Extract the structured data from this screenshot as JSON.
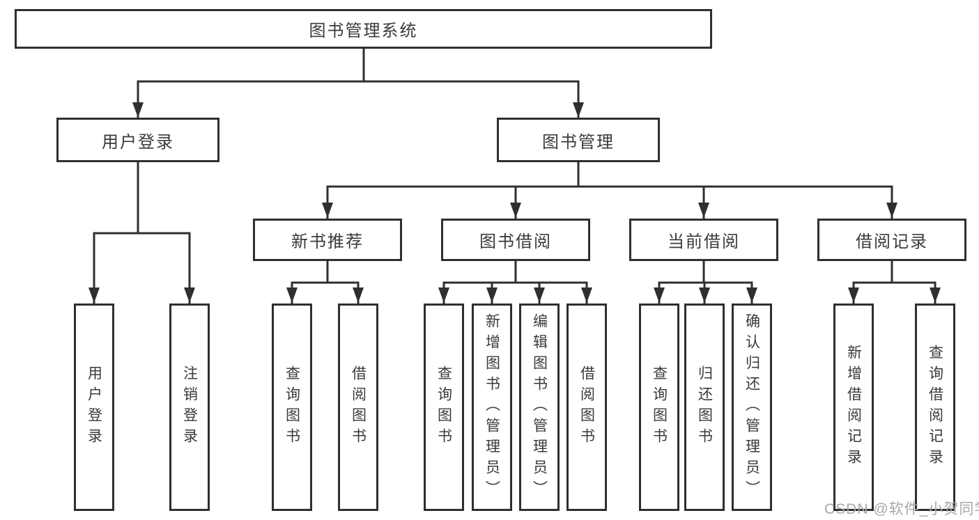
{
  "diagram": {
    "root": "图书管理系统",
    "level2": [
      "用户登录",
      "图书管理"
    ],
    "level3": [
      "新书推荐",
      "图书借阅",
      "当前借阅",
      "借阅记录"
    ],
    "leaves": {
      "user_login": [
        "用户登录",
        "注销登录"
      ],
      "new_books": [
        "查询图书",
        "借阅图书"
      ],
      "book_borrow": [
        "查询图书",
        "新增图书（管理员）",
        "编辑图书（管理员）",
        "借阅图书"
      ],
      "current_borrow": [
        "查询图书",
        "归还图书",
        "确认归还（管理员）"
      ],
      "borrow_records": [
        "新增借阅记录",
        "查询借阅记录"
      ]
    }
  },
  "watermark": "CSDN @软件_小贺同学",
  "colors": {
    "line": "#2f2f2f",
    "text": "#3a3a3a",
    "watermark": "#a8a8a8",
    "background": "#ffffff"
  }
}
